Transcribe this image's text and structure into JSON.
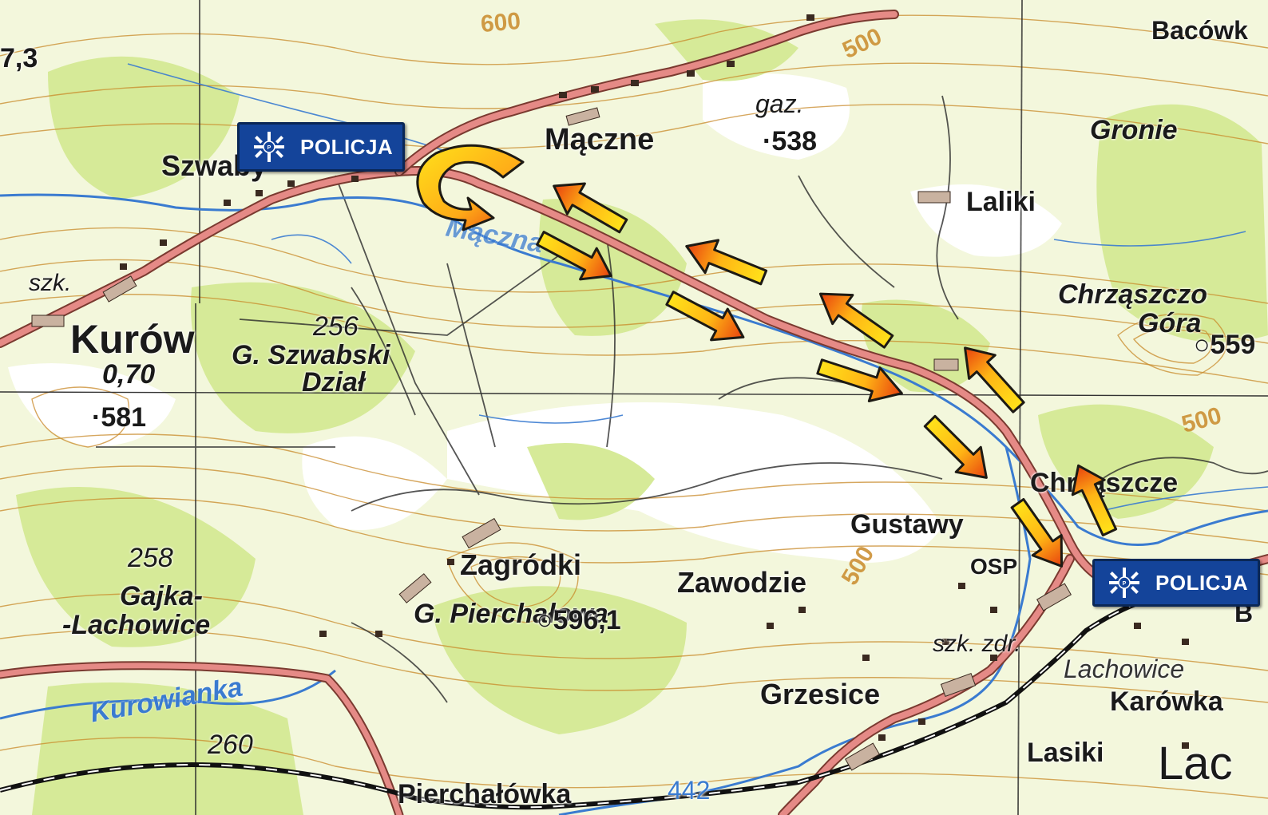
{
  "map": {
    "places": {
      "kurow": "Kurów",
      "kurow_stat": "0,70",
      "maczne": "Mączne",
      "szwaby": "Szwaby",
      "laliki": "Laliki",
      "gronie": "Gronie",
      "chrzaszczowa": "Chrząszczo",
      "chrzaszczowa_gora": "Góra",
      "chrzaszcze": "Chrząszcze",
      "gustawy": "Gustawy",
      "zagrodki": "Zagródki",
      "zawodzie": "Zawodzie",
      "gajka": "Gajka-",
      "lachowice_dash": "-Lachowice",
      "g_szwabski": "G. Szwabski",
      "dzial": "Dział",
      "g_pierchalowa": "G. Pierchałowa",
      "grzesice": "Grzesice",
      "lasiki": "Lasiki",
      "karowka": "Karówka",
      "lachowice": "Lachowice",
      "lac": "Lac",
      "pierchalowka": "Pierchałówka",
      "bacow": "Bacówk",
      "szk_left": "szk.",
      "szk_right": "szk. zdr.",
      "gaz": "gaz.",
      "osp": "OSP",
      "stat_top": "7,3",
      "b_right": "B"
    },
    "elevations": {
      "h538": "538",
      "h559": "559",
      "h581": "581",
      "h596": "596,1",
      "h256": "256",
      "h258": "258",
      "h260": "260",
      "h442": "442"
    },
    "contour_labels": {
      "c600": "600",
      "c500_top": "500",
      "c500_right": "500",
      "c500_center": "500"
    },
    "rivers": {
      "kurowianka": "Kurowianka",
      "maczna": "Mączna"
    },
    "police_label": "POLICJA",
    "colors": {
      "road": "#e58a86",
      "river": "#3a7bd0",
      "forest": "#d9ec9c",
      "contour": "#c98a2a",
      "police": "#14449a",
      "arrow_start": "#ffe21a",
      "arrow_end": "#e8410e"
    }
  }
}
